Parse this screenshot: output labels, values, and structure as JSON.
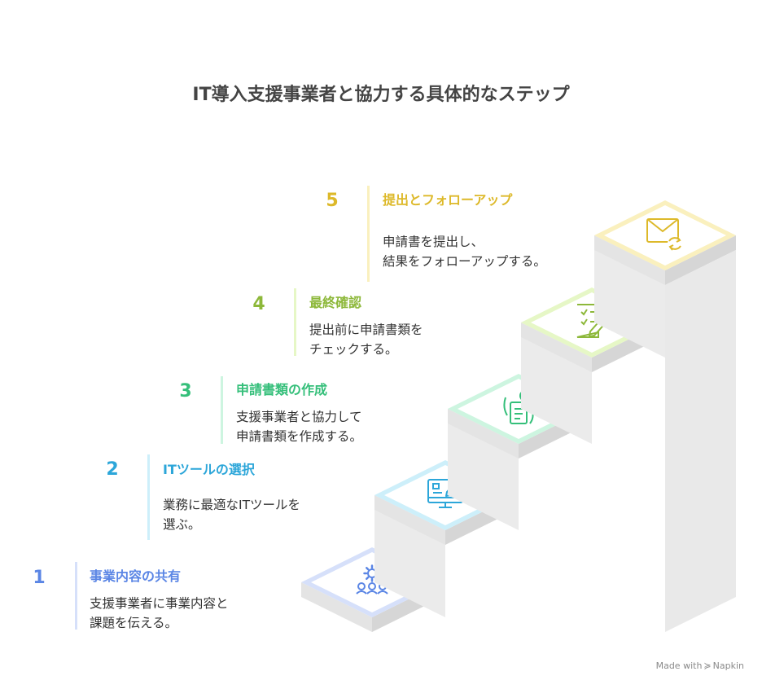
{
  "title": "IT導入支援事業者と協力する具体的なステップ",
  "steps": [
    {
      "number": "1",
      "heading": "事業内容の共有",
      "description": "支援事業者に事業内容と\n課題を伝える。",
      "color": "#5B86E5",
      "tile": "#D6E0FA",
      "icon": "people-gear-icon"
    },
    {
      "number": "2",
      "heading": "ITツールの選択",
      "description": "業務に最適なITツールを\n選ぶ。",
      "color": "#2CA6D9",
      "tile": "#CDEFFA",
      "icon": "monitor-edit-icon"
    },
    {
      "number": "3",
      "heading": "申請書類の作成",
      "description": "支援事業者と協力して\n申請書類を作成する。",
      "color": "#35BF7A",
      "tile": "#CDF5E0",
      "icon": "document-check-icon"
    },
    {
      "number": "4",
      "heading": "最終確認",
      "description": "提出前に申請書類を\nチェックする。",
      "color": "#8DB83A",
      "tile": "#E6F7C6",
      "icon": "checklist-pen-icon"
    },
    {
      "number": "5",
      "heading": "提出とフォローアップ",
      "description": "申請書を提出し、\n結果をフォローアップする。",
      "color": "#DDB92A",
      "tile": "#FAF0BE",
      "icon": "mail-refresh-icon"
    }
  ],
  "footer": {
    "made_with": "Made with",
    "brand": "Napkin"
  }
}
